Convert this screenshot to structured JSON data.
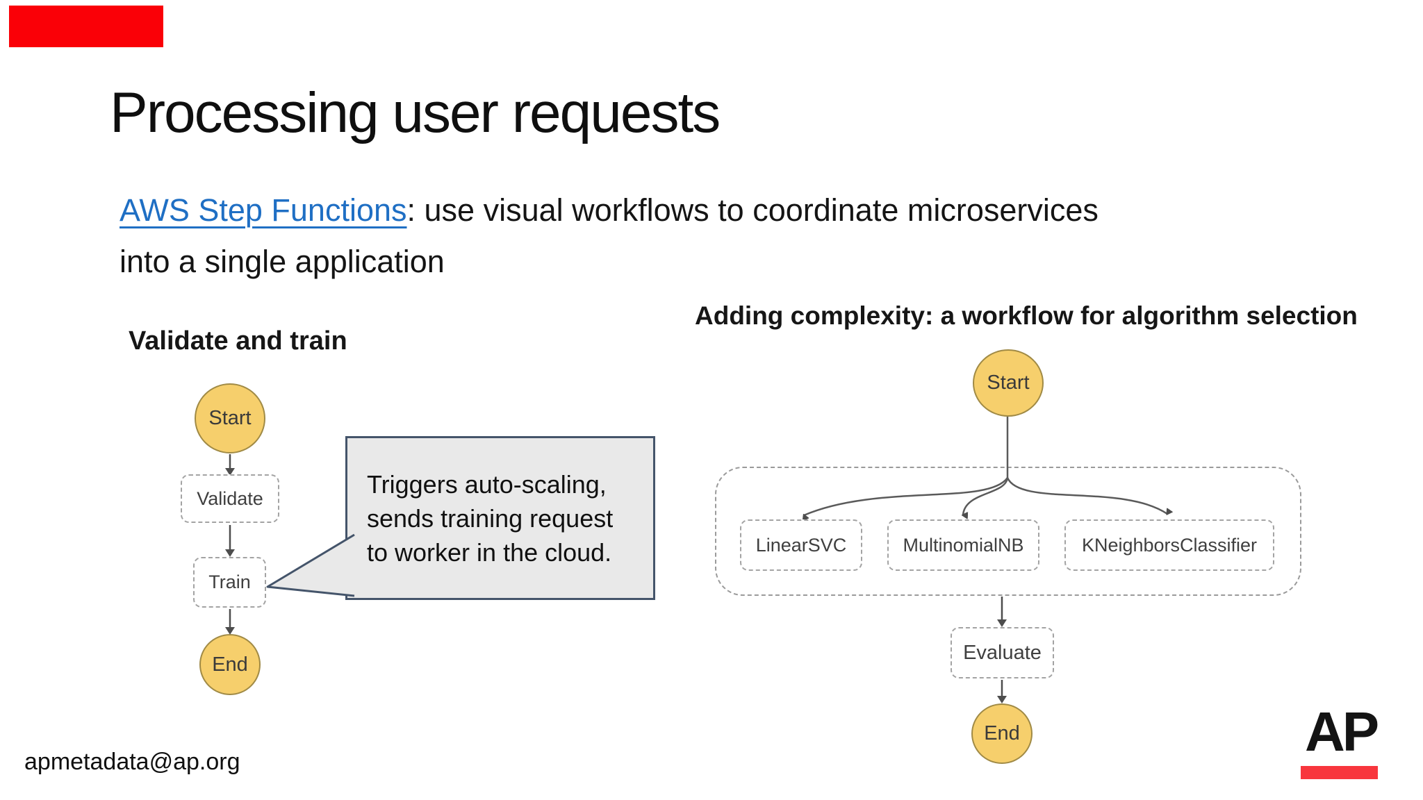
{
  "slide": {
    "title": "Processing user requests",
    "intro": {
      "link_text": "AWS Step Functions",
      "rest_line1": ": use visual workflows to coordinate microservices",
      "line2": "into a single application"
    },
    "left_diagram": {
      "heading": "Validate and train",
      "start_label": "Start",
      "validate_label": "Validate",
      "train_label": "Train",
      "end_label": "End"
    },
    "callout": {
      "text": "Triggers auto-scaling, sends training request to worker in the cloud."
    },
    "right_diagram": {
      "heading": "Adding complexity: a workflow for algorithm selection",
      "start_label": "Start",
      "branches": [
        "LinearSVC",
        "MultinomialNB",
        "KNeighborsClassifier"
      ],
      "evaluate_label": "Evaluate",
      "end_label": "End"
    },
    "footer": {
      "email": "apmetadata@ap.org",
      "logo_text": "AP"
    },
    "colors": {
      "accent_red": "#fa0007",
      "logo_red": "#f8363d",
      "link_blue": "#1f6fc4",
      "node_yellow": "#f6cf6c",
      "node_yellow_border": "#a08a45",
      "callout_border": "#44546a",
      "callout_fill": "#e9e9e9",
      "dashed_border": "#a3a3a3",
      "arrow_gray": "#4d4d4d"
    }
  }
}
